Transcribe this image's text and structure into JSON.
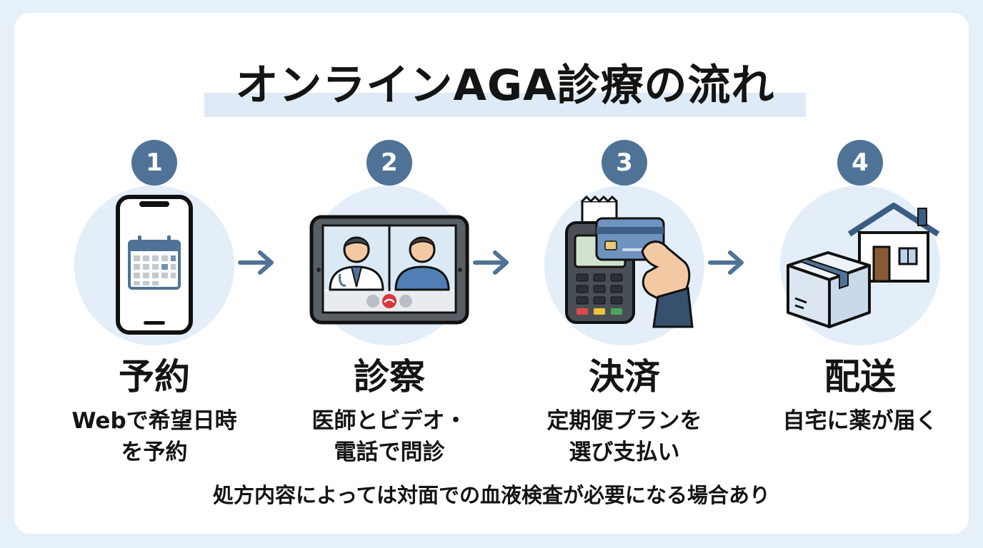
{
  "title": "オンラインAGA診療の流れ",
  "steps": [
    {
      "number": "1",
      "title": "予約",
      "description": "Webで希望日時\nを予約",
      "icon": "smartphone-calendar-icon"
    },
    {
      "number": "2",
      "title": "診察",
      "description": "医師とビデオ・\n電話で問診",
      "icon": "tablet-video-call-icon"
    },
    {
      "number": "3",
      "title": "決済",
      "description": "定期便プランを\n選び支払い",
      "icon": "card-payment-terminal-icon"
    },
    {
      "number": "4",
      "title": "配送",
      "description": "自宅に薬が届く",
      "icon": "package-delivery-house-icon"
    }
  ],
  "note": "処方内容によっては対面での血液検査が必要になる場合あり",
  "colors": {
    "page_background": "#e6f0f8",
    "card_background": "#ffffff",
    "accent": "#4f7396",
    "illustration_circle": "#e3eef8",
    "title_highlight": "#deebf6",
    "text": "#141414"
  }
}
